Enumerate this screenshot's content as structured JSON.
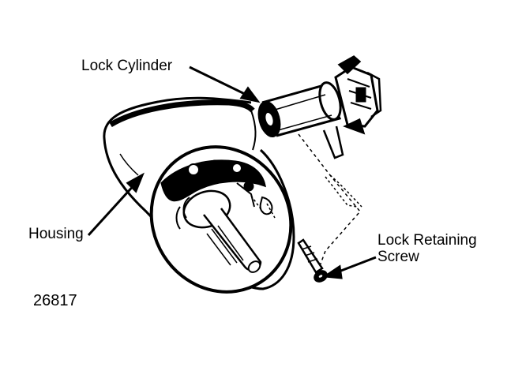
{
  "labels": {
    "lock_cylinder": "Lock Cylinder",
    "housing": "Housing",
    "lock_retaining_line1": "Lock Retaining",
    "lock_retaining_line2": "Screw",
    "figure_number": "26817"
  },
  "colors": {
    "ink": "#000000",
    "paper": "#ffffff"
  }
}
